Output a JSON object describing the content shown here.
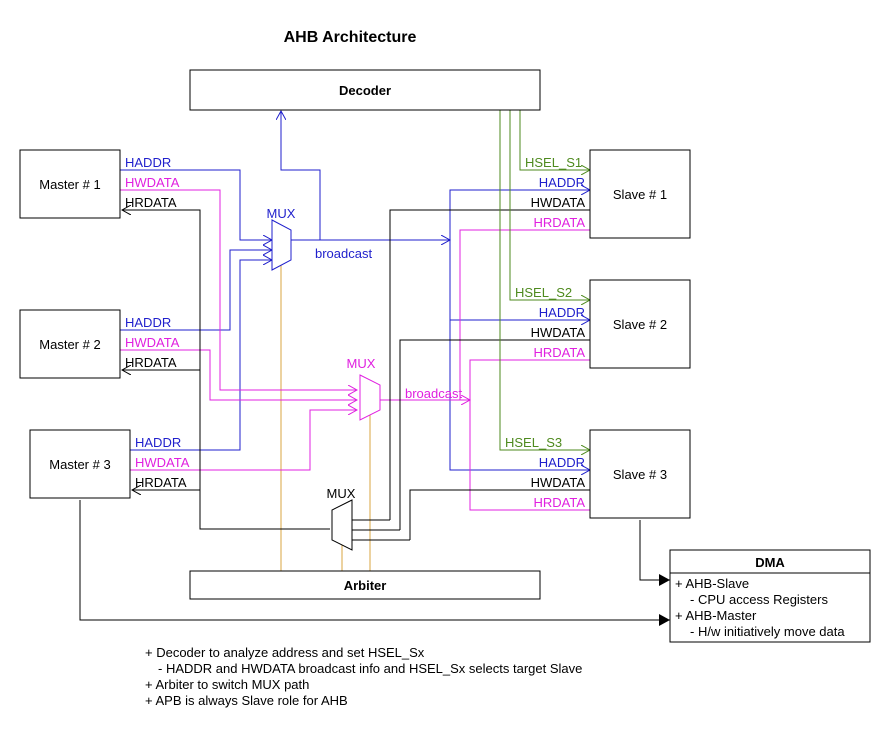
{
  "title": "AHB Architecture",
  "blocks": {
    "decoder": "Decoder",
    "arbiter": "Arbiter",
    "master1": "Master # 1",
    "master2": "Master # 2",
    "master3": "Master # 3",
    "slave1": "Slave # 1",
    "slave2": "Slave # 2",
    "slave3": "Slave # 3"
  },
  "dma": {
    "title": "DMA",
    "lines": [
      "+ AHB-Slave",
      "- CPU access Registers",
      "+ AHB-Master",
      "- H/w initiatively move data"
    ]
  },
  "mux_labels": {
    "addr": "MUX",
    "wdata": "MUX",
    "rdata": "MUX"
  },
  "broadcast": {
    "addr": "broadcast",
    "wdata": "broadcast"
  },
  "signals": {
    "haddr": "HADDR",
    "hwdata": "HWDATA",
    "hrdata": "HRDATA",
    "hsel_s1": "HSEL_S1",
    "hsel_s2": "HSEL_S2",
    "hsel_s3": "HSEL_S3"
  },
  "notes": [
    "+ Decoder to analyze address and set HSEL_Sx",
    "- HADDR and HWDATA broadcast info and HSEL_Sx selects target Slave",
    "+ Arbiter to switch MUX path",
    "+ APB is always Slave role for AHB"
  ],
  "colors": {
    "address": "#1f1fcc",
    "write_data": "#e020e0",
    "read_data": "#000000",
    "select": "#4e8a1e",
    "arbiter_ctrl": "#d9a441"
  }
}
